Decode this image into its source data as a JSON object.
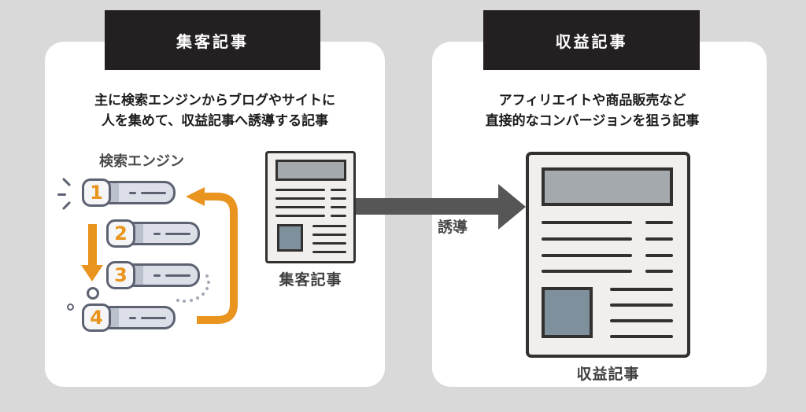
{
  "left_panel": {
    "header": "集客記事",
    "description": [
      "主に検索エンジンからブログやサイトに",
      "人を集めて、収益記事へ誘導する記事"
    ],
    "search_engine": {
      "label": "検索エンジン",
      "ranks": [
        "1",
        "2",
        "3",
        "4"
      ]
    },
    "doc_caption": "集客記事"
  },
  "flow_arrow": {
    "label": "誘導"
  },
  "right_panel": {
    "header": "収益記事",
    "description": [
      "アフィリエイトや商品販売など",
      "直接的なコンバージョンを狙う記事"
    ],
    "doc_caption": "収益記事"
  },
  "colors": {
    "background": "#d9d9d9",
    "panel": "#ffffff",
    "header_bg": "#241f21",
    "header_text": "#ffffff",
    "body_text": "#1b1b1b",
    "muted_text": "#4a4a4a",
    "accent_orange": "#e8941f",
    "rank_border": "#5c6271",
    "rank_fill": "#dcdfe8",
    "paper_fill": "#f1efed",
    "doc_ink": "#333130",
    "banner_fill": "#a4a9ad",
    "image_fill": "#7e909b",
    "flow_arrow": "#565656"
  }
}
